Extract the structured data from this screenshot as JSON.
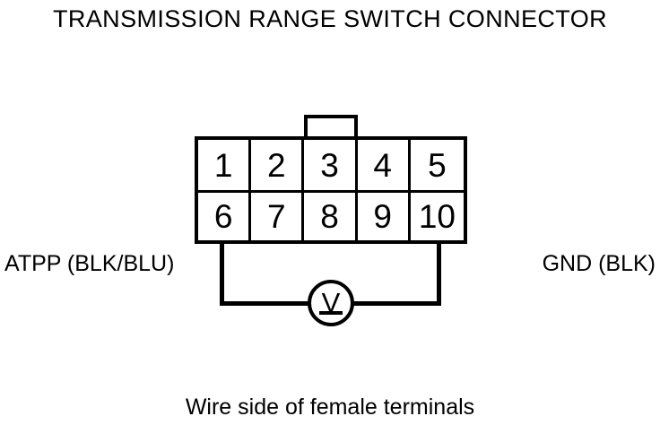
{
  "diagram": {
    "title": "TRANSMISSION RANGE SWITCH CONNECTOR",
    "caption": "Wire side of female terminals",
    "colors": {
      "line": "#000000",
      "background": "#ffffff"
    }
  },
  "connector": {
    "name": "transmission-range-switch-connector",
    "tab": "locking-tab",
    "rows": [
      {
        "pins": [
          "1",
          "2",
          "3",
          "4",
          "5"
        ]
      },
      {
        "pins": [
          "6",
          "7",
          "8",
          "9",
          "10"
        ]
      }
    ]
  },
  "labels": {
    "left": "ATPP (BLK/BLU)",
    "right": "GND (BLK)"
  },
  "meter": {
    "symbol": "V",
    "type": "voltmeter"
  }
}
